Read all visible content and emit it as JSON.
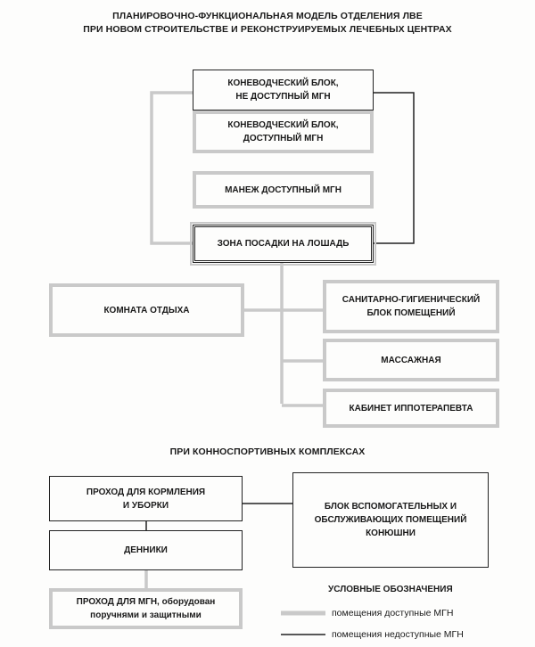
{
  "title_line1": "ПЛАНИРОВОЧНО-ФУНКЦИОНАЛЬНАЯ МОДЕЛЬ ОТДЕЛЕНИЯ ЛВЕ",
  "title_line2": "ПРИ НОВОМ СТРОИТЕЛЬСТВЕ И РЕКОНСТРУИРУЕМЫХ ЛЕЧЕБНЫХ ЦЕНТРАХ",
  "section1": {
    "inaccessible_horse_block": "КОНЕВОДЧЕСКИЙ БЛОК,\nНЕ ДОСТУПНЫЙ МГН",
    "accessible_horse_block": "КОНЕВОДЧЕСКИЙ БЛОК,\nДОСТУПНЫЙ МГН",
    "arena": "МАНЕЖ ДОСТУПНЫЙ МГН",
    "mounting_zone": "ЗОНА ПОСАДКИ НА ЛОШАДЬ",
    "rest_room": "КОМНАТА ОТДЫХА",
    "sanitary_block": "САНИТАРНО-ГИГИЕНИЧЕСКИЙ\nБЛОК ПОМЕЩЕНИЙ",
    "massage": "МАССАЖНАЯ",
    "hippotherapist": "КАБИНЕТ ИППОТЕРАПЕВТА"
  },
  "section2_title": "ПРИ КОННОСПОРТИВНЫХ КОМПЛЕКСАХ",
  "section2": {
    "feeding_passage": "ПРОХОД ДЛЯ КОРМЛЕНИЯ\nИ УБОРКИ",
    "stalls": "ДЕННИКИ",
    "mgn_passage": "ПРОХОД ДЛЯ МГН, оборудован\nпоручнями и защитными",
    "auxiliary_block": "БЛОК ВСПОМОГАТЕЛЬНЫХ И\nОБСЛУЖИВАЮЩИХ ПОМЕЩЕНИЙ\nКОНЮШНИ"
  },
  "legend": {
    "title": "УСЛОВНЫЕ ОБОЗНАЧЕНИЯ",
    "accessible": "помещения доступные МГН",
    "inaccessible": "помещения недоступные МГН"
  },
  "colors": {
    "accessible_line": "#c9c9c9",
    "inaccessible_line": "#222222"
  }
}
